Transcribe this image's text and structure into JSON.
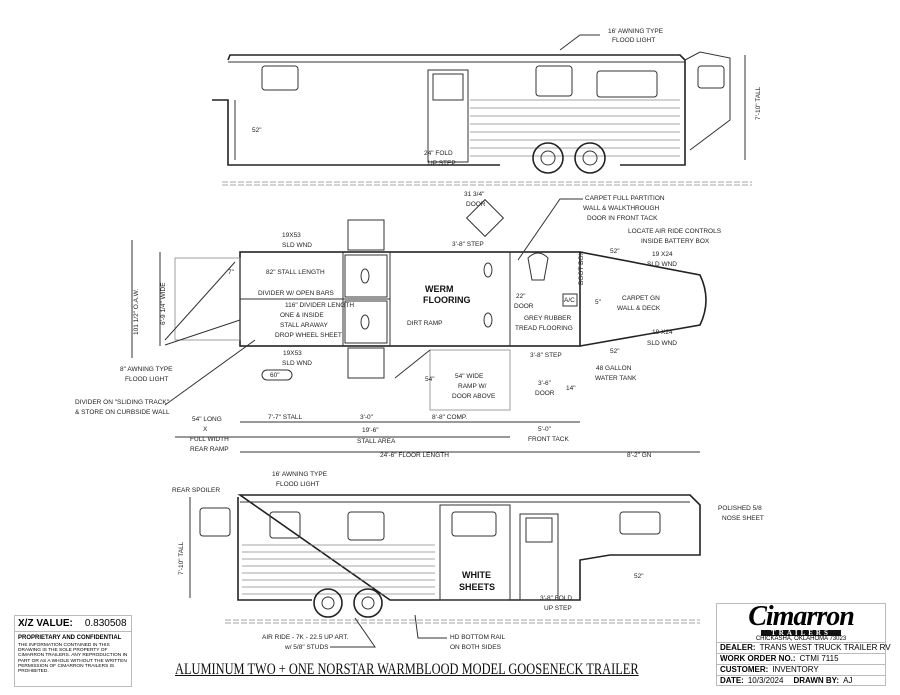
{
  "top_view": {
    "flood_light": [
      "16' AWNING TYPE",
      "FLOOD LIGHT"
    ],
    "height": "7'-10\" TALL",
    "step": [
      "24\" FOLD",
      "UP STEP"
    ],
    "dim_52": "52\""
  },
  "plan_view": {
    "window_top": [
      "19X53",
      "SLD WND"
    ],
    "window_bottom": [
      "19X53",
      "SLD WND"
    ],
    "oaw": "101 1/2\" O.A.W.",
    "wide": "6'-9 1/4\" WIDE",
    "stall_length": "82\" STALL LENGTH",
    "stall_length_2": "116\" DIVIDER LENGTH",
    "divider_note": "DIVIDER W/ OPEN BARS",
    "stall_note": [
      "ONE & INSIDE",
      "STALL ARAWAY",
      "DROP WHEEL SHEET"
    ],
    "dim_7": "7\"",
    "dim_60": "60\"",
    "flooring": [
      "WERM",
      "FLOORING"
    ],
    "dirt_ramp": "DIRT RAMP",
    "awning": [
      "8\" AWNING TYPE",
      "FLOOD LIGHT"
    ],
    "divider_track": [
      "DIVIDER ON \"SLIDING TRACK\"",
      "& STORE ON CURBSIDE WALL"
    ],
    "rear_ramp": [
      "54\" LONG",
      "X",
      "FULL WIDTH",
      "REAR RAMP"
    ],
    "ramp_side": [
      "54\" WIDE",
      "RAMP W/",
      "DOOR ABOVE"
    ],
    "dim_54": "54\"",
    "door_top": [
      "31 3/4\"",
      "DOOR"
    ],
    "step_top": "3'-8\" STEP",
    "step_bottom": "3'-8\" STEP",
    "carpet_partition": [
      "CARPET FULL PARTITION",
      "WALL & WALKTHROUGH",
      "DOOR IN FRONT TACK"
    ],
    "air_ride": [
      "LOCATE AIR RIDE CONTROLS",
      "INSIDE BATTERY BOX"
    ],
    "window_gn_top": [
      "19 X24",
      "SLD WND"
    ],
    "window_gn_bottom": [
      "19 X24",
      "SLD WND"
    ],
    "dim_52a": "52\"",
    "dim_52b": "52\"",
    "boot_box": "BOOT BOX",
    "ac": "A/C",
    "door_22": [
      "22\"",
      "DOOR"
    ],
    "rubber": [
      "GREY RUBBER",
      "TREAD FLOORING"
    ],
    "carpet_gn": [
      "CARPET GN",
      "WALL & DECK"
    ],
    "water_tank": [
      "48 GALLON",
      "WATER TANK"
    ],
    "door_36": [
      "3'-6\"",
      "DOOR"
    ],
    "dim_14": "14\"",
    "dim_5": "5\"",
    "stall_77": "7'-7\" STALL",
    "dim_30": "3'-0\"",
    "comp": "8'-8\" COMP.",
    "stall_area": [
      "19'-6\"",
      "STALL AREA"
    ],
    "front_tack": [
      "5'-0\"",
      "FRONT TACK"
    ],
    "floor_length": "24'-6\" FLOOR LENGTH",
    "gn": "8'-2\" GN"
  },
  "bottom_view": {
    "rear_spoiler": "REAR SPOILER",
    "flood_light": [
      "16' AWNING TYPE",
      "FLOOD LIGHT"
    ],
    "height": "7'-10\" TALL",
    "white_sheets": [
      "WHITE",
      "SHEETS"
    ],
    "nose": [
      "POLISHED 5/8",
      "NOSE SHEET"
    ],
    "dim_52": "52\"",
    "step": [
      "3'-8\" FOLD",
      "UP STEP"
    ],
    "axle": [
      "AIR RIDE - 7K - 22.5  UP ART.",
      "w/ 5/8\" STUDS"
    ],
    "rail": [
      "HD BOTTOM RAIL",
      "ON BOTH SIDES"
    ]
  },
  "xz": {
    "label": "X/Z VALUE:",
    "value": "0.830508",
    "heading": "PROPRIETARY AND CONFIDENTIAL",
    "text": "THE INFORMATION CONTAINED IN THIS DRAWING IS THE SOLE PROPERTY OF CIMARRON TRAILERS. ANY REPRODUCTION IN PART OR AS A WHOLE WITHOUT THE WRITTEN PERMISSION OF CIMARRON TRAILERS IS PROHIBITED."
  },
  "title_block": {
    "logo": "Cimarron",
    "logo_sub": "TRAILERS",
    "city": "CHICKASHA, OKLAHOMA 73023",
    "dealer_label": "DEALER:",
    "dealer": "TRANS WEST TRUCK TRAILER RV",
    "work_order_label": "WORK ORDER NO.:",
    "work_order": "CTMI 7115",
    "customer_label": "CUSTOMER:",
    "customer": "INVENTORY",
    "date_label": "DATE:",
    "date": "10/3/2024",
    "drawn_label": "DRAWN BY:",
    "drawn": "AJ"
  },
  "title": "ALUMINUM TWO + ONE NORSTAR WARMBLOOD MODEL GOOSENECK TRAILER"
}
